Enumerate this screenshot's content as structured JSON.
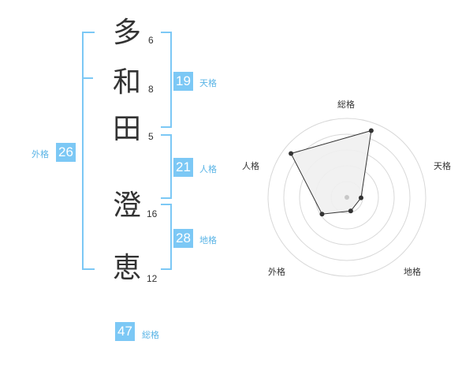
{
  "name": {
    "characters": [
      {
        "char": "多",
        "strokes": "6"
      },
      {
        "char": "和",
        "strokes": "8"
      },
      {
        "char": "田",
        "strokes": "5"
      },
      {
        "char": "澄",
        "strokes": "16"
      },
      {
        "char": "恵",
        "strokes": "12"
      }
    ]
  },
  "fortune": {
    "tenkaku": {
      "value": "19",
      "label": "天格"
    },
    "jinkaku": {
      "value": "21",
      "label": "人格"
    },
    "chikaku": {
      "value": "28",
      "label": "地格"
    },
    "gaikaku": {
      "value": "26",
      "label": "外格"
    },
    "soukaku": {
      "value": "47",
      "label": "総格"
    }
  },
  "chart_data": {
    "type": "radar",
    "axes": [
      "総格",
      "天格",
      "地格",
      "外格",
      "人格"
    ],
    "values": [
      0.9,
      0.18,
      0.18,
      0.38,
      0.9
    ],
    "range": [
      0,
      1
    ],
    "rings": 5,
    "colors": {
      "fill": "#f0f0f0",
      "stroke": "#333333",
      "grid": "#d8d8d8",
      "point": "#333333",
      "center": "#c8c8c8"
    }
  }
}
